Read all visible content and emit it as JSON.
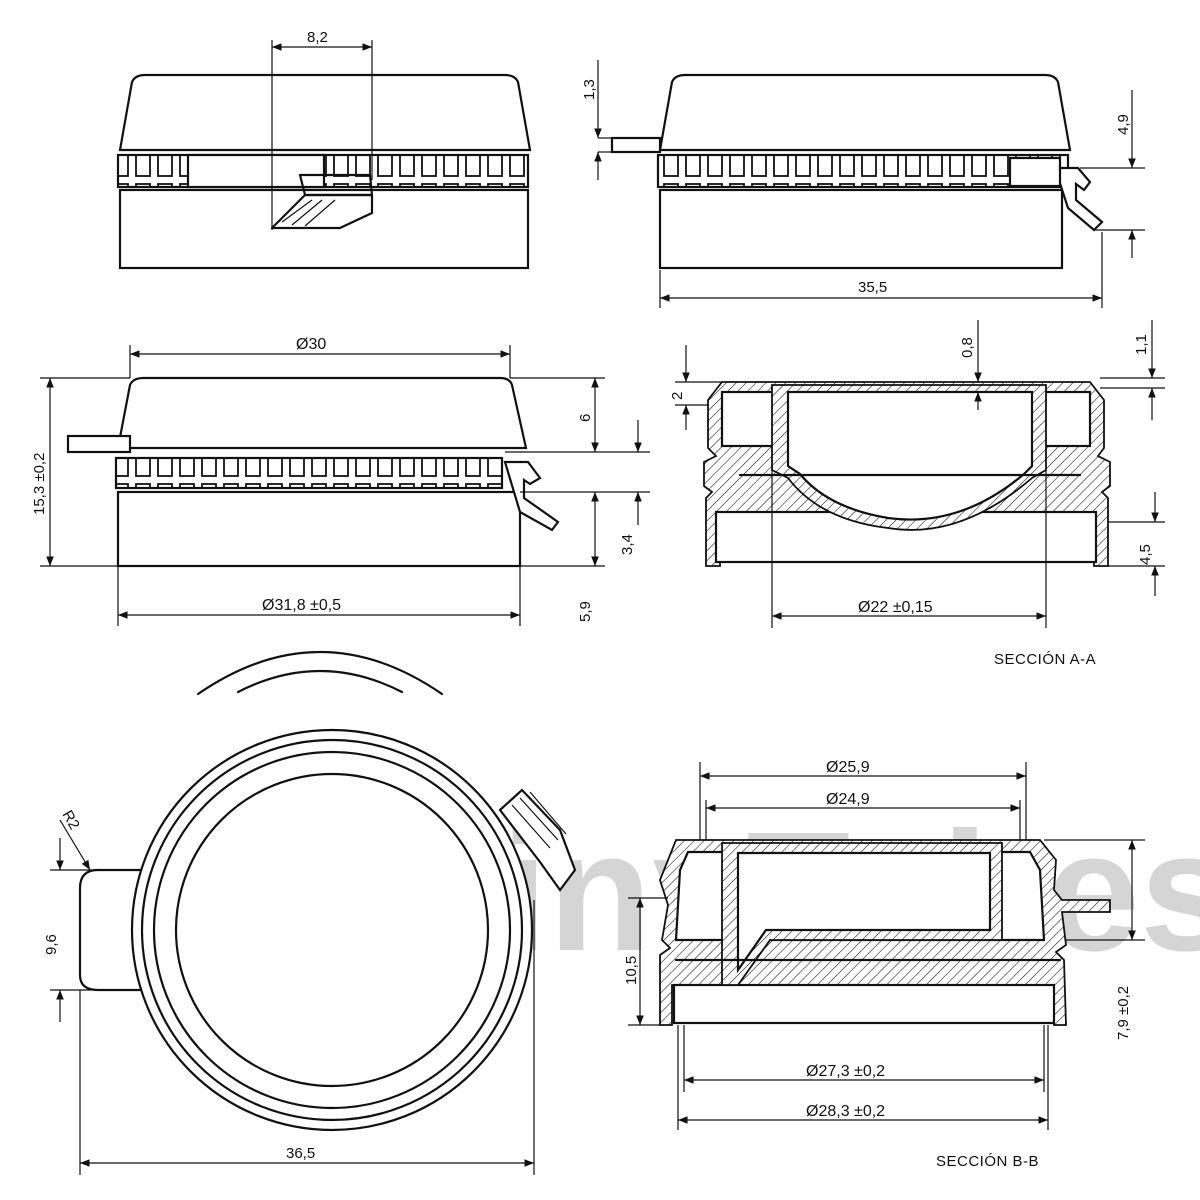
{
  "watermark": "TinyTubes",
  "dimensions": {
    "top_left_width": "8,2",
    "top_right_offset": "1,3",
    "top_right_height": "4,9",
    "top_right_width": "35,5",
    "front_diameter": "Ø30",
    "front_height": "15,3 ±0,2",
    "front_cap_height": "6",
    "front_lower_height": "3,4",
    "front_base_height": "5,9",
    "front_base_diameter": "Ø31,8 ±0,5",
    "sectionA_top": "0,8",
    "sectionA_corner": "1,1",
    "sectionA_inner": "2",
    "sectionA_lower": "4,5",
    "sectionA_diameter": "Ø22 ±0,15",
    "plan_radius": "R2",
    "plan_tab": "9,6",
    "plan_width": "36,5",
    "sectionB_d1": "Ø25,9",
    "sectionB_d2": "Ø24,9",
    "sectionB_height": "10,5",
    "sectionB_side": "7,9 ±0,2",
    "sectionB_d3": "Ø27,3 ±0,2",
    "sectionB_d4": "Ø28,3 ±0,2"
  },
  "captions": {
    "section_a": "SECCIÓN A-A",
    "section_b": "SECCIÓN B-B"
  }
}
